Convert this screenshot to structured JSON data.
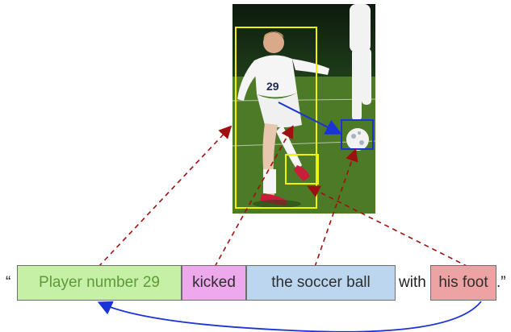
{
  "caption": {
    "open_quote": "“",
    "phrases": [
      {
        "text": "Player number 29",
        "color": "#c6f0a5"
      },
      {
        "text": "kicked",
        "color": "#eda9ec"
      },
      {
        "text": "the soccer ball",
        "color": "#bcd6ef"
      },
      {
        "text": "with",
        "color": null
      },
      {
        "text": "his foot",
        "color": "#eda3a3"
      }
    ],
    "close_quote": ".”"
  },
  "figure": {
    "jersey_number": "29",
    "box_colors": {
      "grounding": "#f2f200",
      "object": "#1a33d6"
    },
    "arrow_colors": {
      "grounding_link": "#9e1010",
      "coreference": "#1a33d6",
      "relation": "#1a33d6"
    }
  }
}
